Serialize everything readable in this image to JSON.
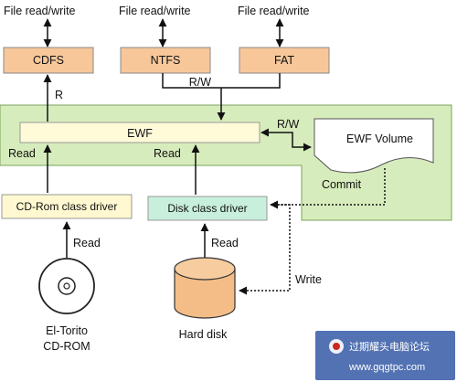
{
  "labels": {
    "file_rw_cdfs": "File read/write",
    "file_rw_ntfs": "File read/write",
    "file_rw_fat": "File read/write",
    "cdfs": "CDFS",
    "ntfs": "NTFS",
    "fat": "FAT",
    "r": "R",
    "rw_top": "R/W",
    "rw_right": "R/W",
    "ewf": "EWF",
    "ewf_volume": "EWF Volume",
    "read_left": "Read",
    "read_mid": "Read",
    "commit": "Commit",
    "cdrom_driver": "CD-Rom class driver",
    "disk_driver": "Disk class driver",
    "read_cd": "Read",
    "read_disk": "Read",
    "write": "Write",
    "cdrom_name_1": "El-Torito",
    "cdrom_name_2": "CD-ROM",
    "hard_disk": "Hard disk"
  },
  "watermark": {
    "text": "过期耀头电脑论坛",
    "url": "www.gqgtpc.com"
  },
  "colors": {
    "fs_box": "#f7c79a",
    "ewf_bg": "#d7ecbc",
    "ewf_bar": "#fffad8",
    "cdrom_driver": "#fff8d0",
    "disk_driver": "#c8efdc",
    "hard_disk": "#f4bd88"
  }
}
